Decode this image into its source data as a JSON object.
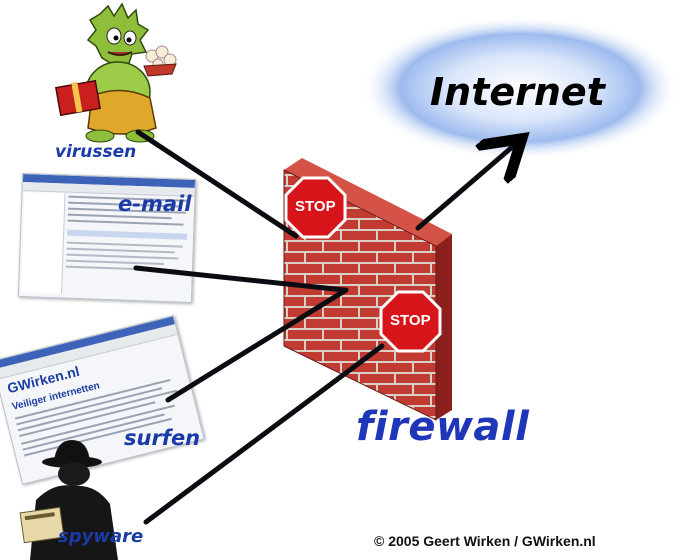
{
  "diagram": {
    "labels": {
      "virussen": "virussen",
      "email": "e-mail",
      "surfen": "surfen",
      "spyware": "spyware",
      "firewall": "firewall",
      "internet": "Internet"
    },
    "stop_signs": [
      "STOP",
      "STOP"
    ],
    "copyright": "© 2005 Geert Wirken / GWirken.nl",
    "browser_logo": "GWirken.nl",
    "browser_heading": "Veiliger internetten",
    "colors": {
      "label_blue": "#1a3aa8",
      "brick_red": "#b52a2a",
      "stop_red": "#d6141a",
      "cloud_blue": "#7fa6e6"
    }
  }
}
